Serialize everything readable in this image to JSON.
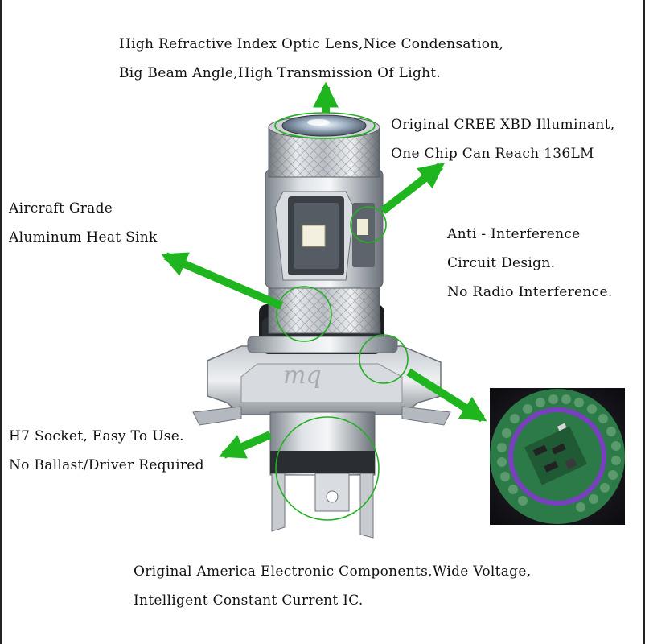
{
  "callouts": {
    "lens": {
      "line1": "High Refractive Index Optic Lens,Nice Condensation,",
      "line2": "Big Beam Angle,High Transmission Of Light."
    },
    "chip": {
      "line1": "Original CREE XBD Illuminant,",
      "line2": "One Chip Can Reach 136LM"
    },
    "heatsink": {
      "line1": "Aircraft Grade",
      "line2": "Aluminum Heat Sink"
    },
    "circuit": {
      "line1": "Anti - Interference",
      "line2": "Circuit Design.",
      "line3": "No Radio Interference."
    },
    "socket": {
      "line1": "H7 Socket, Easy To Use.",
      "line2": "No Ballast/Driver Required"
    },
    "components": {
      "line1": "Original America Electronic Components,Wide Voltage,",
      "line2": "Intelligent Constant Current IC."
    }
  },
  "watermark": "mq",
  "colors": {
    "arrow": "#1fb51f",
    "circle": "#22b022",
    "ring": "#7a3fc0",
    "pcb": "#1d6b3a"
  }
}
